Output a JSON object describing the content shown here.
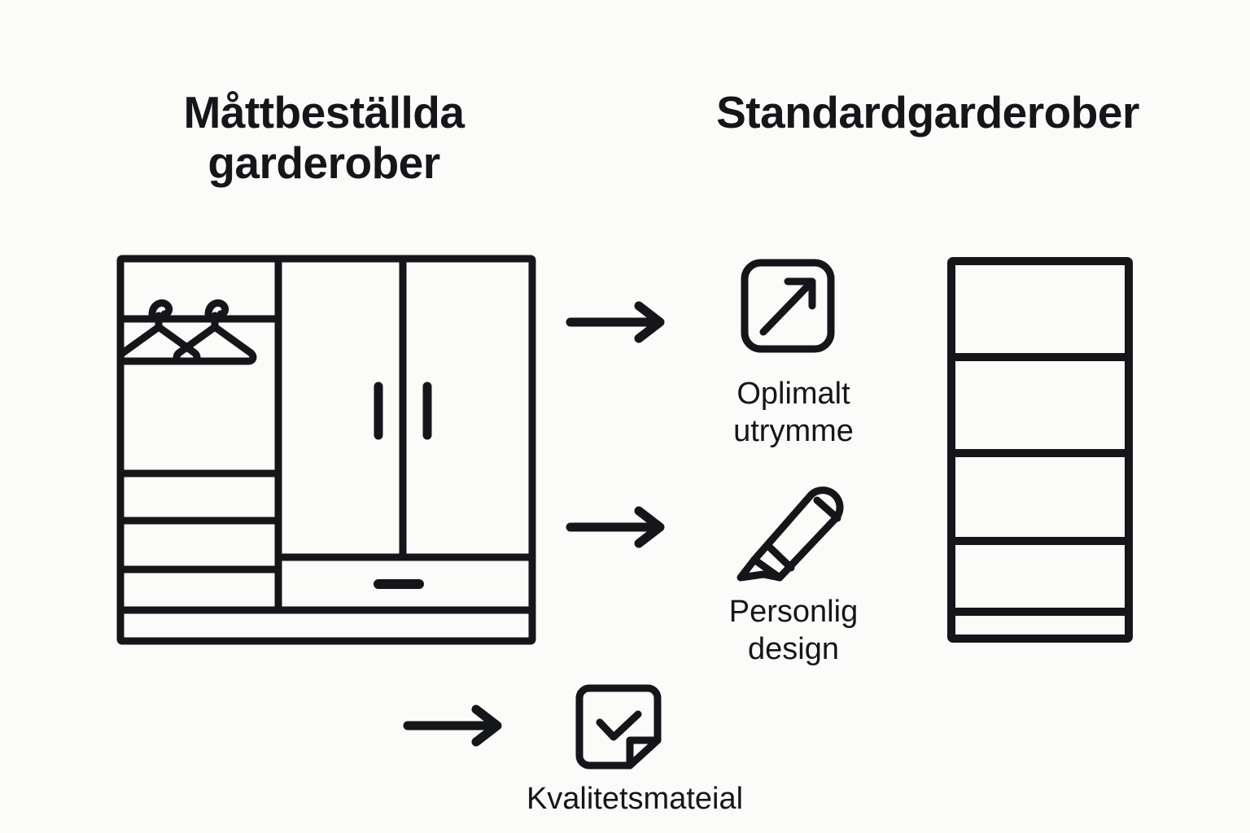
{
  "meta": {
    "background_color": "#FBFBF9",
    "ink_color": "#15161A"
  },
  "headings": {
    "left_title": "Måttbeställda\ngarderober",
    "right_title": "Standardgarderober"
  },
  "comparison": {
    "left_item": {
      "name": "custom-wardrobe",
      "description": "Tall wardrobe with hanging rail, two hangers, three shelves, two doors with handles and a wide drawer"
    },
    "right_item": {
      "name": "standard-wardrobe",
      "description": "Plain tall cabinet with four open shelves and a plinth"
    }
  },
  "features": [
    {
      "icon": "expand-arrow-icon",
      "label": "Oplimalt\nutrymme",
      "arrow": "right-arrow-icon"
    },
    {
      "icon": "pencil-icon",
      "label": "Personlig\ndesign",
      "arrow": "right-arrow-icon"
    },
    {
      "icon": "checked-document-icon",
      "label": "Kvalitetsmateial",
      "arrow": "right-arrow-icon"
    }
  ]
}
